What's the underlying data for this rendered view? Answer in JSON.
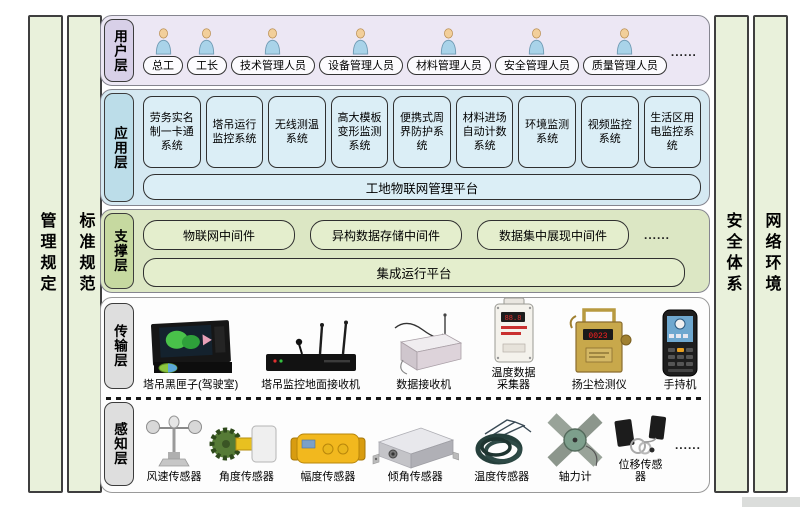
{
  "side_bars": {
    "left": [
      "管理规定",
      "标准规范"
    ],
    "right": [
      "安全体系",
      "网络环境"
    ]
  },
  "layers": {
    "user": {
      "label": "用户层",
      "roles": [
        "总工",
        "工长",
        "技术管理人员",
        "设备管理人员",
        "材料管理人员",
        "安全管理人员",
        "质量管理人员"
      ],
      "more": "......"
    },
    "application": {
      "label": "应用层",
      "systems": [
        "劳务实名制一卡通系统",
        "塔吊运行监控系统",
        "无线测温系统",
        "高大模板变形监测系统",
        "便携式周界防护系统",
        "材料进场自动计数系统",
        "环境监测系统",
        "视频监控系统",
        "生活区用电监控系统"
      ],
      "platform": "工地物联网管理平台"
    },
    "support": {
      "label": "支撑层",
      "middleware": [
        "物联网中间件",
        "异构数据存储中间件",
        "数据集中展现中间件"
      ],
      "more": "......",
      "platform": "集成运行平台"
    },
    "transmission": {
      "label": "传输层",
      "devices": [
        "塔吊黑匣子(驾驶室)",
        "塔吊监控地面接收机",
        "数据接收机",
        "温度数据采集器",
        "扬尘检测仪",
        "手持机"
      ],
      "dust_display": "0023"
    },
    "perception": {
      "label": "感知层",
      "devices": [
        "风速传感器",
        "角度传感器",
        "幅度传感器",
        "倾角传感器",
        "温度传感器",
        "轴力计",
        "位移传感器"
      ],
      "more": "......"
    }
  },
  "colors": {
    "user_band": "#ECE7F4",
    "user_label": "#D8D0E8",
    "app_band": "#D5E9F2",
    "app_label": "#BCDDE9",
    "support_band": "#DCE7C4",
    "support_label": "#C6D9A0",
    "device_band": "#FDFDFD",
    "device_label": "#DEDEDE",
    "side_bar": "#E9F1DB"
  }
}
